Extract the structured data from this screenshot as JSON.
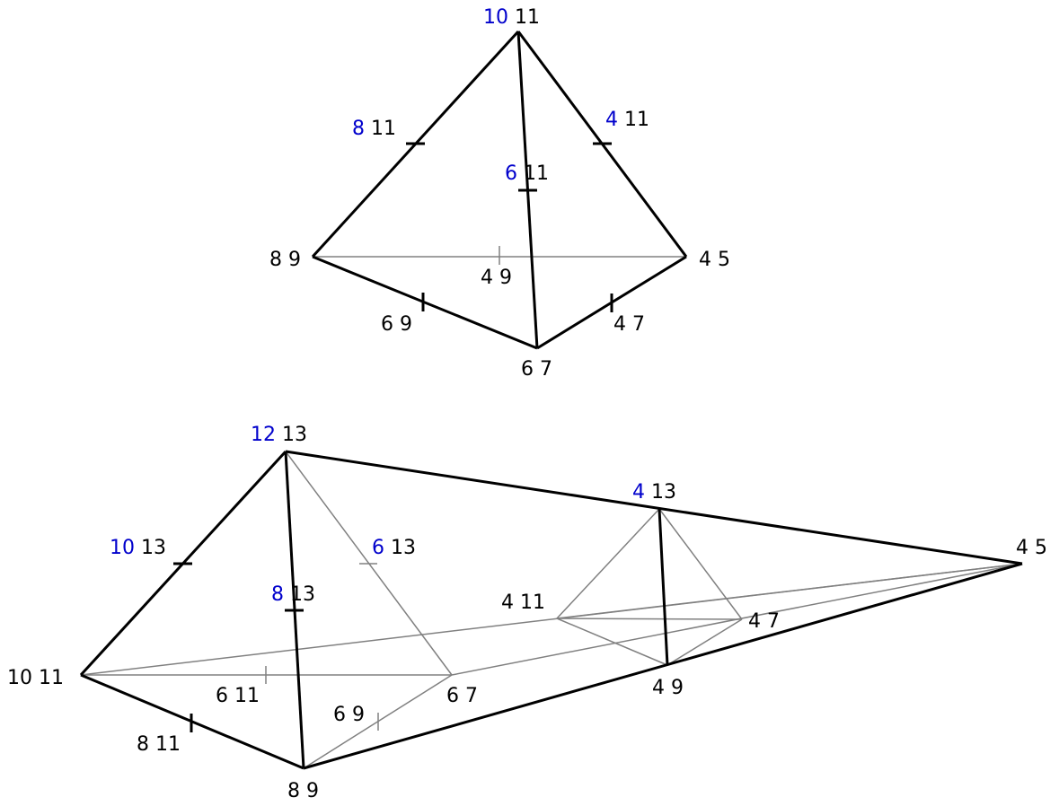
{
  "colors": {
    "edge_bold": "#000000",
    "edge_hidden": "#808080",
    "label_black": "#000000",
    "label_blue": "#0000cc"
  },
  "top_figure": {
    "labels": {
      "apex": {
        "blue": "10",
        "black": "11"
      },
      "left": {
        "black": "8 9"
      },
      "right": {
        "black": "4 5"
      },
      "bottom": {
        "black": "6 7"
      },
      "mid_left_upper": {
        "blue": "8",
        "black": "11"
      },
      "mid_right_upper": {
        "blue": "4",
        "black": "11"
      },
      "mid_center": {
        "blue": "6",
        "black": "11"
      },
      "mid_back": {
        "black": "4 9"
      },
      "mid_left_lower": {
        "black": "6 9"
      },
      "mid_right_lower": {
        "black": "4 7"
      }
    }
  },
  "bottom_figure": {
    "labels": {
      "apex": {
        "blue": "12",
        "black": "13"
      },
      "left": {
        "black": "10 11"
      },
      "bottom": {
        "black": "8 9"
      },
      "right": {
        "black": "4 5"
      },
      "mid_apex_right": {
        "blue": "4",
        "black": "13"
      },
      "mid_left_upper": {
        "blue": "10",
        "black": "13"
      },
      "mid_inner": {
        "blue": "6",
        "black": "13"
      },
      "mid_center": {
        "blue": "8",
        "black": "13"
      },
      "inner_left": {
        "black": "4 11"
      },
      "inner_right": {
        "black": "4 7"
      },
      "inner_bottom": {
        "black": "4 9"
      },
      "inner_center": {
        "black": "6 7"
      },
      "mid_hidden_a": {
        "black": "6 11"
      },
      "mid_hidden_b": {
        "black": "6 9"
      },
      "mid_left_lower": {
        "black": "8 11"
      }
    }
  }
}
